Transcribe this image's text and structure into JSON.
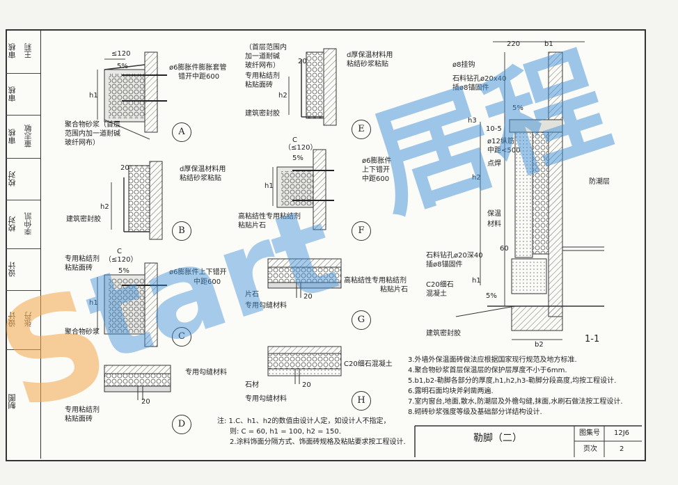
{
  "sidebar": {
    "cells": [
      {
        "role": "审核",
        "name": "王莉"
      },
      {
        "role": "审核",
        "name": ""
      },
      {
        "role": "审核",
        "name": "董志敏"
      },
      {
        "role": "校对",
        "name": ""
      },
      {
        "role": "校对",
        "name": "李仲凯"
      },
      {
        "role": "设计",
        "name": ""
      },
      {
        "role": "设计",
        "name": "张丹"
      },
      {
        "role": "制图",
        "name": ""
      }
    ]
  },
  "details": {
    "A": {
      "tag": "A",
      "l1": "≤120",
      "l2": "5%",
      "l3": "h1",
      "l4": "ø6膨胀件膨胀套管",
      "l5": "错开中距600",
      "l6": "聚合物砂浆（首层",
      "l7": "范围内加一道耐碱",
      "l8": "玻纤网布）"
    },
    "B": {
      "tag": "B",
      "l1": "20",
      "l2": "d厚保温材料用",
      "l3": "粘结砂浆粘贴",
      "l4": "h2",
      "l5": "建筑密封胶"
    },
    "C": {
      "tag": "C",
      "l1": "专用粘结剂",
      "l2": "粘贴面砖",
      "l3": "C",
      "l4": "（≤120）",
      "l5": "5%",
      "l6": "h1",
      "l7": "ø6膨胀件上下错开",
      "l8": "中距600",
      "l9": "聚合物砂浆"
    },
    "D": {
      "tag": "D",
      "l1": "专用勾缝材料",
      "l2": "专用粘结剂",
      "l3": "粘贴面砖",
      "l4": "20"
    },
    "E": {
      "tag": "E",
      "l1": "（首层范围内",
      "l2": "加一道耐碱",
      "l3": "玻纤网布）",
      "l4": "专用粘结剂",
      "l5": "粘贴面砖",
      "l6": "20",
      "l7": "d厚保温材料用",
      "l8": "粘结砂浆粘贴",
      "l9": "h2",
      "l10": "建筑密封胶"
    },
    "F": {
      "tag": "F",
      "l1": "C",
      "l2": "（≤120）",
      "l3": "5%",
      "l4": "h1",
      "l5": "ø6膨胀件",
      "l6": "上下错开",
      "l7": "中距600",
      "l8": "高粘结性专用粘结剂",
      "l9": "粘贴片石"
    },
    "G": {
      "tag": "G",
      "l1": "高粘结性专用粘结剂",
      "l2": "粘贴片石",
      "l3": "片石",
      "l4": "专用勾缝材料",
      "l5": "20"
    },
    "H": {
      "tag": "H",
      "l1": "C20细石混凝土",
      "l2": "石材",
      "l3": "专用勾缝材料",
      "l4": "20"
    }
  },
  "section": {
    "l1": "220",
    "l2": "b1",
    "l3": "ø8挂钩",
    "l4": "石料钻孔ø20x40",
    "l5": "插ø8锚固件",
    "l6": "5%",
    "l7": "h3",
    "l8": "10-5",
    "l9": "ø12纵筋",
    "l10": "中距<500",
    "l11": "点焊",
    "l12": "h2",
    "l13": "防潮层",
    "l14": "保温",
    "l15": "材料",
    "l16": "60",
    "l17": "石料钻孔ø20深40",
    "l18": "插ø8锚固件",
    "l19": "h1",
    "l20": "C20细石",
    "l21": "混凝土",
    "l22": "5%",
    "l23": "建筑密封胶",
    "l24": "b2",
    "l25": "1-1"
  },
  "notes_left": {
    "n1": "注: 1.C、h1、h2的数值由设计人定，如设计人不指定，",
    "n2": "则: C = 60, h1 = 100, h2 = 150.",
    "n3": "2.涂料饰面分隔方式、饰面砖规格及粘贴要求按工程设计."
  },
  "notes_right": {
    "n1": "3.外墙外保温面砖做法应根据国家现行规范及地方标准.",
    "n2": "4.聚合物砂浆首层保温层的保护层厚度不小于6mm.",
    "n3": "5.b1,b2-勒脚各部分的厚度,h1,h2,h3-勒脚分段高度,均按工程设计.",
    "n4": "6.露明石面均块斧剁凿两遍.",
    "n5": "7.室内窗台,地面,散水,防潮层及外檐勾缝,抹面,水刷石做法按工程设计.",
    "n6": "8.砌砖砂浆强度等级及基础部分详结构设计."
  },
  "title_block": {
    "title": "勒脚（二）",
    "atlas_label": "图集号",
    "atlas_no": "12J6",
    "page_label": "页次",
    "page_no": "2"
  },
  "watermark": {
    "text": "Start居程"
  }
}
